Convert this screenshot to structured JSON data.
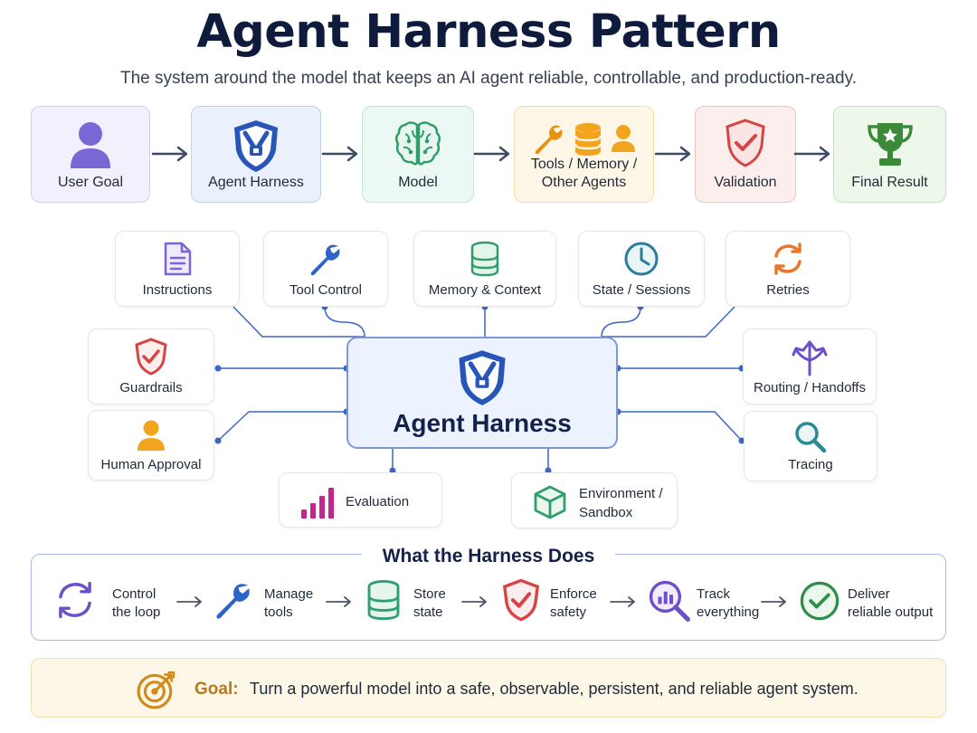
{
  "title": "Agent Harness Pattern",
  "subtitle": "The system around the model that keeps an AI agent reliable, controllable, and production-ready.",
  "flow": [
    {
      "label": "User Goal",
      "icon": "user-icon",
      "color": "#6d5bd0"
    },
    {
      "label": "Agent Harness",
      "icon": "harness-shield-icon",
      "color": "#2856b8"
    },
    {
      "label": "Model",
      "icon": "brain-icon",
      "color": "#2f9e6b"
    },
    {
      "label": "Tools / Memory / Other Agents",
      "label_line1": "Tools / Memory /",
      "label_line2": "Other Agents",
      "icon": "wrench-database-user-icons",
      "color": "#e09a1a"
    },
    {
      "label": "Validation",
      "icon": "shield-check-icon",
      "color": "#d64545"
    },
    {
      "label": "Final Result",
      "icon": "trophy-icon",
      "color": "#3a8a3a"
    }
  ],
  "hub": {
    "label": "Agent Harness",
    "icon": "harness-shield-icon"
  },
  "components": {
    "instructions": "Instructions",
    "tool_control": "Tool Control",
    "memory_context": "Memory & Context",
    "state_sessions": "State / Sessions",
    "retries": "Retries",
    "guardrails": "Guardrails",
    "routing_handoffs": "Routing / Handoffs",
    "human_approval": "Human Approval",
    "tracing": "Tracing",
    "evaluation": "Evaluation",
    "environment_line1": "Environment /",
    "environment_line2": "Sandbox"
  },
  "does": {
    "title": "What the Harness Does",
    "steps": [
      {
        "line1": "Control",
        "line2": "the loop",
        "icon": "refresh-icon"
      },
      {
        "line1": "Manage",
        "line2": "tools",
        "icon": "wrench-icon"
      },
      {
        "line1": "Store",
        "line2": "state",
        "icon": "database-icon"
      },
      {
        "line1": "Enforce",
        "line2": "safety",
        "icon": "shield-check-icon"
      },
      {
        "line1": "Track",
        "line2": "everything",
        "icon": "magnifier-chart-icon"
      },
      {
        "line1": "Deliver",
        "line2": "reliable output",
        "icon": "check-circle-icon"
      }
    ]
  },
  "goal": {
    "label": "Goal:",
    "text": "Turn a powerful model into a safe, observable, persistent, and reliable agent system.",
    "icon": "target-icon"
  }
}
